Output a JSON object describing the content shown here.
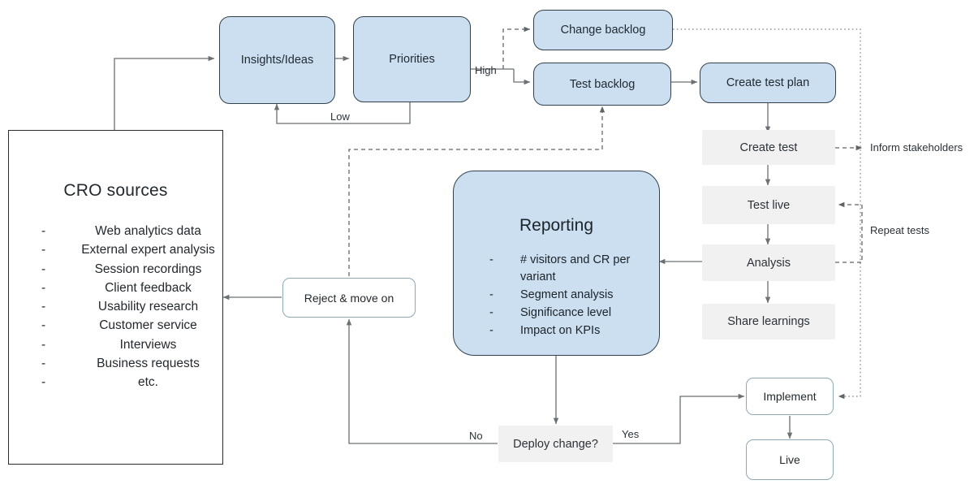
{
  "diagram": {
    "title": "CRO experimentation process flowchart",
    "colors": {
      "blue_fill": "#cbdff1",
      "blue_stroke": "#33414d",
      "gray_fill": "#f1f1f1",
      "white_stroke": "#8fa8b5",
      "edge": "#6b7174",
      "text": "#23292e"
    }
  },
  "nodes": {
    "insights_ideas": "Insights/Ideas",
    "priorities": "Priorities",
    "change_backlog": "Change backlog",
    "test_backlog": "Test backlog",
    "create_test_plan": "Create test plan",
    "create_test": "Create test",
    "test_live": "Test live",
    "analysis": "Analysis",
    "share_learnings": "Share learnings",
    "reject_move_on": "Reject & move on",
    "deploy_change": "Deploy change?",
    "implement": "Implement",
    "live": "Live"
  },
  "cro_sources": {
    "title": "CRO sources",
    "items": [
      "Web analytics data",
      "External expert analysis",
      "Session recordings",
      "Client feedback",
      "Usability research",
      "Customer service",
      "Interviews",
      "Business requests",
      "etc."
    ]
  },
  "reporting": {
    "title": "Reporting",
    "items": [
      "# visitors and CR per",
      "variant",
      "Segment analysis",
      "Significance level",
      "Impact on KPIs"
    ]
  },
  "edge_labels": {
    "high": "High",
    "low": "Low",
    "no": "No",
    "yes": "Yes",
    "inform_stakeholders": "Inform stakeholders",
    "repeat_tests": "Repeat tests"
  }
}
